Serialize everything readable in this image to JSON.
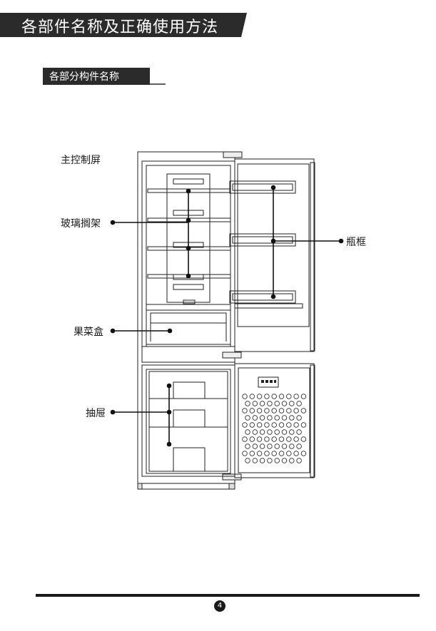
{
  "header": {
    "title": "各部件名称及正确使用方法",
    "section_label": "各部分构件名称"
  },
  "diagram": {
    "callouts": {
      "control_panel": "主控制屏",
      "glass_shelf": "玻璃搁架",
      "bottle_rack": "瓶框",
      "crisper_box": "果菜盒",
      "drawer": "抽屉"
    }
  },
  "footer": {
    "page_number": "4"
  },
  "colors": {
    "banner": "#2b2b2b",
    "line": "#1a1a1a"
  }
}
